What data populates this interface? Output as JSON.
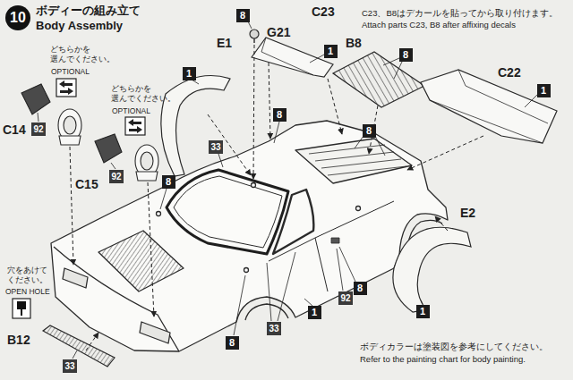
{
  "diagram": {
    "title": "ボディーの組み立て Body Assembly",
    "nodes": [
      {
        "text": [
          "10"
        ]
      },
      {
        "text": [
          "8"
        ]
      },
      {
        "text": [
          "1"
        ]
      },
      {
        "text": [
          "8"
        ]
      },
      {
        "text": [
          "1"
        ]
      },
      {
        "text": [
          "1"
        ]
      },
      {
        "text": [
          "8"
        ]
      },
      {
        "text": [
          "8"
        ]
      },
      {
        "text": [
          "92"
        ]
      },
      {
        "text": [
          "33"
        ]
      },
      {
        "text": [
          "92"
        ]
      },
      {
        "text": [
          "8"
        ]
      },
      {
        "text": [
          "8"
        ]
      },
      {
        "text": [
          "92"
        ]
      },
      {
        "text": [
          "1"
        ]
      },
      {
        "text": [
          "1"
        ]
      },
      {
        "text": [
          "33"
        ]
      },
      {
        "text": [
          "8"
        ]
      },
      {
        "text": [
          "33"
        ]
      }
    ],
    "labels": [
      "C23、B8はデカールを貼ってから取り付けます。",
      "Attach parts C23, B8 after affixing decals",
      "C23",
      "G21",
      "B8",
      "C22",
      "E1",
      "E2",
      "C14",
      "C15",
      "B12",
      "どちらかを 選んでください。",
      "OPTIONAL",
      "どちらかを 選んでください。",
      "OPTIONAL",
      "穴をあけて ください。",
      "OPEN HOLE",
      "ボディカラーは塗装図を参考にしてください。",
      "Refer to the painting chart for body painting."
    ]
  }
}
